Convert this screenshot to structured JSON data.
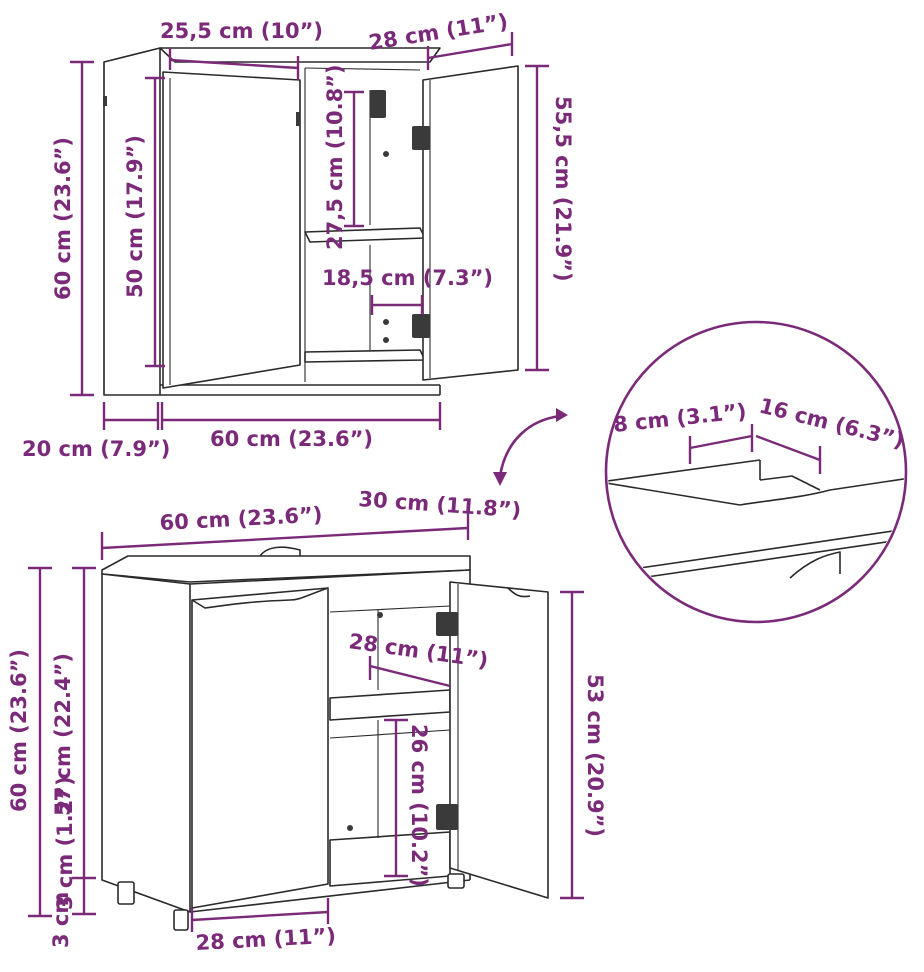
{
  "top_view": {
    "door_width": "25,5 cm (10”)",
    "inner_depth_top": "28 cm (11”)",
    "total_height": "60 cm (23.6”)",
    "door_height": "50 cm (17.9”)",
    "upper_compartment": "27,5 cm (10.8”)",
    "right_height": "55,5 cm (21.9”)",
    "shelf_depth": "18,5 cm (7.3”)",
    "depth": "20 cm (7.9”)",
    "width": "60 cm (23.6”)"
  },
  "detail": {
    "notch_depth": "8 cm (3.1”)",
    "notch_width": "16 cm (6.3”)"
  },
  "bottom_view": {
    "width": "60 cm (23.6”)",
    "depth": "30 cm (11.8”)",
    "total_height": "60 cm (23.6”)",
    "body_height": "57 cm (22.4”)",
    "feet_height_1": "3 cm (1.2”)",
    "feet_height_2": "3 cm",
    "shelf_depth": "28 cm (11”)",
    "lower_compartment": "26 cm (10.2”)",
    "door_height": "53 cm (20.9”)",
    "door_width": "28 cm (11”)"
  }
}
